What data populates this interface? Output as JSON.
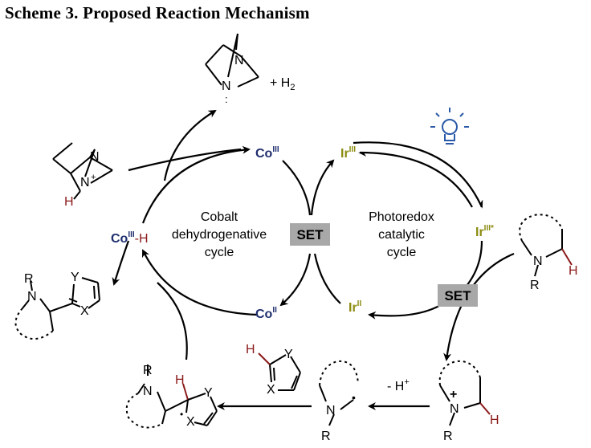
{
  "title": "Scheme 3. Proposed Reaction Mechanism",
  "colors": {
    "cobalt": "#1f2e6e",
    "iridium": "#8c8c12",
    "highlight_h": "#8b1a1a",
    "set_box": "#a8a8a8",
    "bulb": "#2b5aa8",
    "ink": "#000000"
  },
  "cobalt_cycle": {
    "label_line1": "Cobalt",
    "label_line2": "dehydrogenative",
    "label_line3": "cycle",
    "co_iii": {
      "symbol": "Co",
      "ox": "III"
    },
    "co_ii": {
      "symbol": "Co",
      "ox": "II"
    },
    "co_iii_h": {
      "symbol": "Co",
      "ox": "III",
      "suffix": "-H"
    }
  },
  "photoredox_cycle": {
    "label_line1": "Photoredox",
    "label_line2": "catalytic",
    "label_line3": "cycle",
    "ir_iii": {
      "symbol": "Ir",
      "ox": "III"
    },
    "ir_iii_star": {
      "symbol": "Ir",
      "ox": "III*"
    },
    "ir_ii": {
      "symbol": "Ir",
      "ox": "II"
    }
  },
  "set_labels": {
    "left": "SET",
    "right": "SET"
  },
  "structures": {
    "dabco_h_plus": {
      "n_top": "N",
      "n_bottom": "N",
      "charge": "+",
      "h": "H"
    },
    "dabco": {
      "n_top": "N",
      "n_bottom": "N",
      "lone_pair": ":"
    },
    "h2": {
      "plus": "+ H",
      "sub": "2"
    },
    "amine_start": {
      "n": "N",
      "r": "R",
      "h": "H"
    },
    "radical_cation": {
      "n": "N",
      "r": "R",
      "h": "H",
      "charge": "+"
    },
    "alpha_radical": {
      "n": "N",
      "r": "R",
      "dot": "•"
    },
    "heteroarene": {
      "h": "H",
      "y": "Y",
      "x": "X"
    },
    "radical_adduct": {
      "n": "N",
      "r": "R",
      "h": "H",
      "y": "Y",
      "x": "X",
      "dot": "•"
    },
    "product": {
      "n": "N",
      "r": "R",
      "y": "Y",
      "x": "X"
    }
  },
  "deprotonation_label": {
    "text": "- H",
    "sup": "+"
  }
}
